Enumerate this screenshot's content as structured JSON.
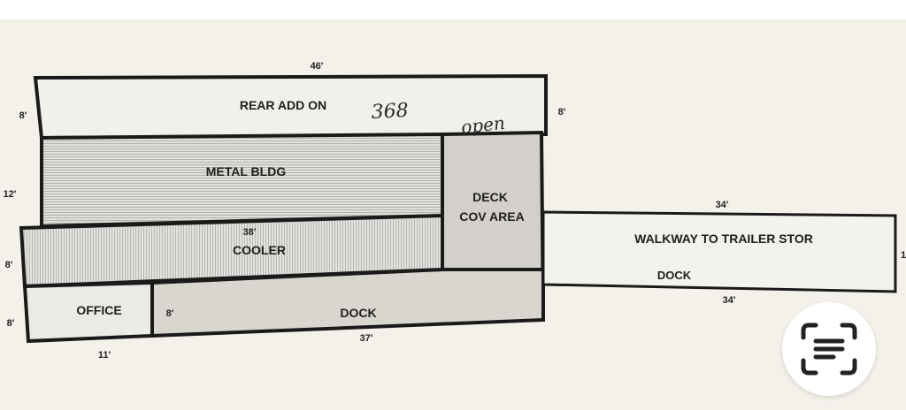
{
  "plan": {
    "dimensions": {
      "top_46": "46'",
      "left_8_top": "8'",
      "right_8": "8'",
      "left_12": "12'",
      "cooler_38": "38'",
      "left_8_cooler": "8'",
      "left_8_office": "8'",
      "dock_8": "8'",
      "bottom_11": "11'",
      "bottom_37": "37'",
      "walkway_top_34": "34'",
      "walkway_bottom_34": "34'",
      "walkway_right_edge": "1"
    },
    "rooms": {
      "rear_add_on": "REAR ADD ON",
      "metal_bldg": "METAL BLDG",
      "cooler": "COOLER",
      "deck_line1": "DECK",
      "deck_line2": "COV AREA",
      "office": "OFFICE",
      "dock": "DOCK",
      "walkway": "WALKWAY TO TRAILER STOR",
      "walkway_dock": "DOCK"
    },
    "handwritten": {
      "note_368": "368",
      "note_open": "open"
    }
  },
  "ui": {
    "lens_icon": "text-scan-icon"
  }
}
